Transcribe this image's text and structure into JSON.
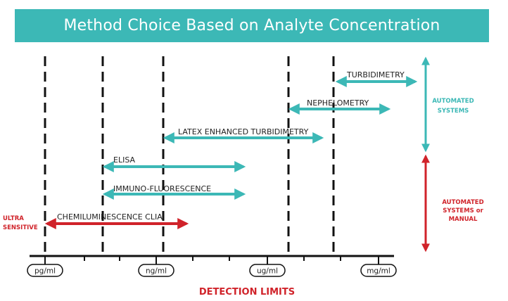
{
  "title": "Method Choice Based on Analyte Concentration",
  "colors": {
    "teal": "#3cb8b6",
    "red": "#d0232a",
    "dark": "#111111"
  },
  "methods": [
    {
      "label": "TURBIDIMETRY",
      "color": "teal"
    },
    {
      "label": "NEPHELOMETRY",
      "color": "teal"
    },
    {
      "label": "LATEX ENHANCED TURBIDIMETRY",
      "color": "teal"
    },
    {
      "label": "ELISA",
      "color": "teal"
    },
    {
      "label": "IMMUNO-FLUORESCENCE",
      "color": "teal"
    },
    {
      "label": "CHEMILUMINESCENCE CLIA",
      "color": "red"
    }
  ],
  "ultra_sensitive": [
    "ULTRA",
    "SENSITIVE"
  ],
  "automated_systems": [
    "AUTOMATED",
    "SYSTEMS"
  ],
  "automated_or_manual": [
    "AUTOMATED",
    "SYSTEMS or",
    "MANUAL"
  ],
  "units": [
    "pg/ml",
    "ng/ml",
    "ug/ml",
    "mg/ml"
  ],
  "axis_title": "DETECTION LIMITS"
}
